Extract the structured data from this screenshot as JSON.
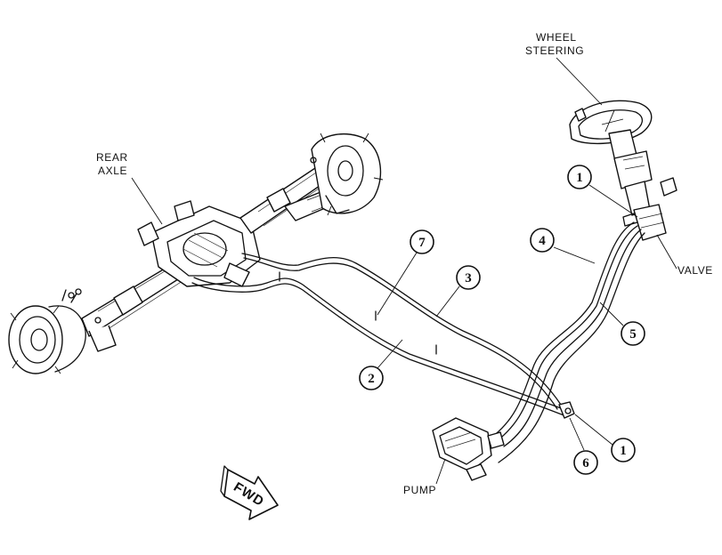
{
  "labels": {
    "wheel_line1": "WHEEL",
    "wheel_line2": "STEERING",
    "rear_line1": "REAR",
    "rear_line2": "AXLE",
    "valve": "VALVE",
    "pump": "PUMP",
    "fwd": "FWD"
  },
  "callouts": {
    "c1_top": "1",
    "c4": "4",
    "c5": "5",
    "c7": "7",
    "c3": "3",
    "c2": "2",
    "c6": "6",
    "c1_bottom": "1"
  }
}
